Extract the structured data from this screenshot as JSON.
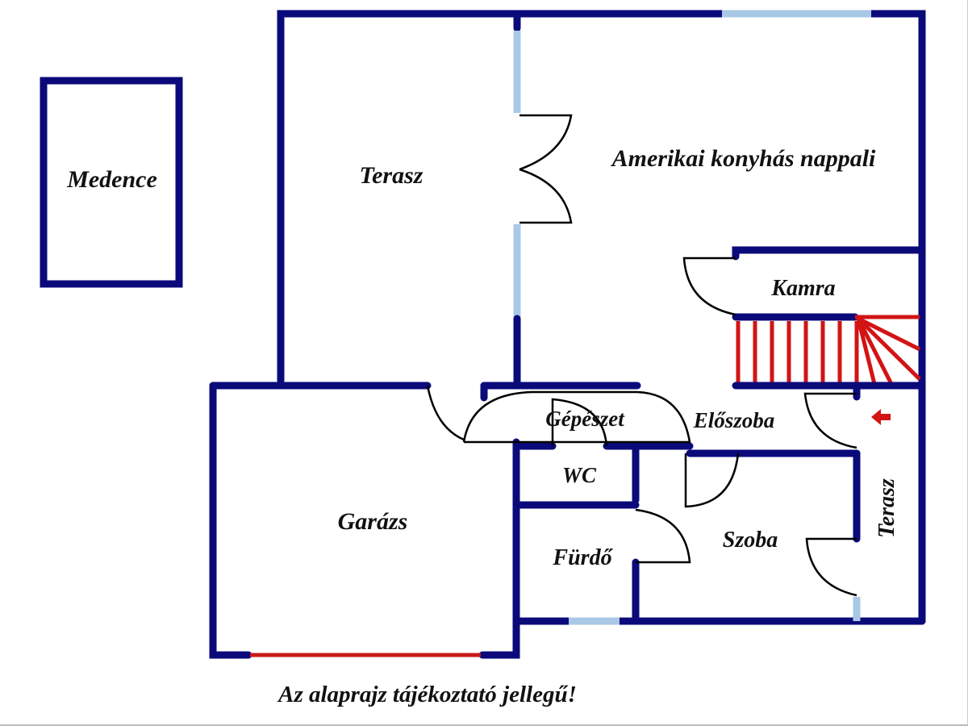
{
  "plan": {
    "rooms": {
      "medence": "Medence",
      "terasz_main": "Terasz",
      "nappali": "Amerikai konyhás nappali",
      "kamra": "Kamra",
      "gepeszet": "Gépészet",
      "eloszoba": "Előszoba",
      "wc": "WC",
      "garazs": "Garázs",
      "furdo": "Fürdő",
      "szoba": "Szoba",
      "terasz_side": "Terasz"
    },
    "footer_note": "Az alaprajz tájékoztató jellegű!",
    "entrance_arrow": "←"
  },
  "colors": {
    "wall": "#0a0a7a",
    "window": "#a9c8e6",
    "stairs": "#d21414",
    "garage_door": "#c81a1a",
    "door": "#000000"
  }
}
